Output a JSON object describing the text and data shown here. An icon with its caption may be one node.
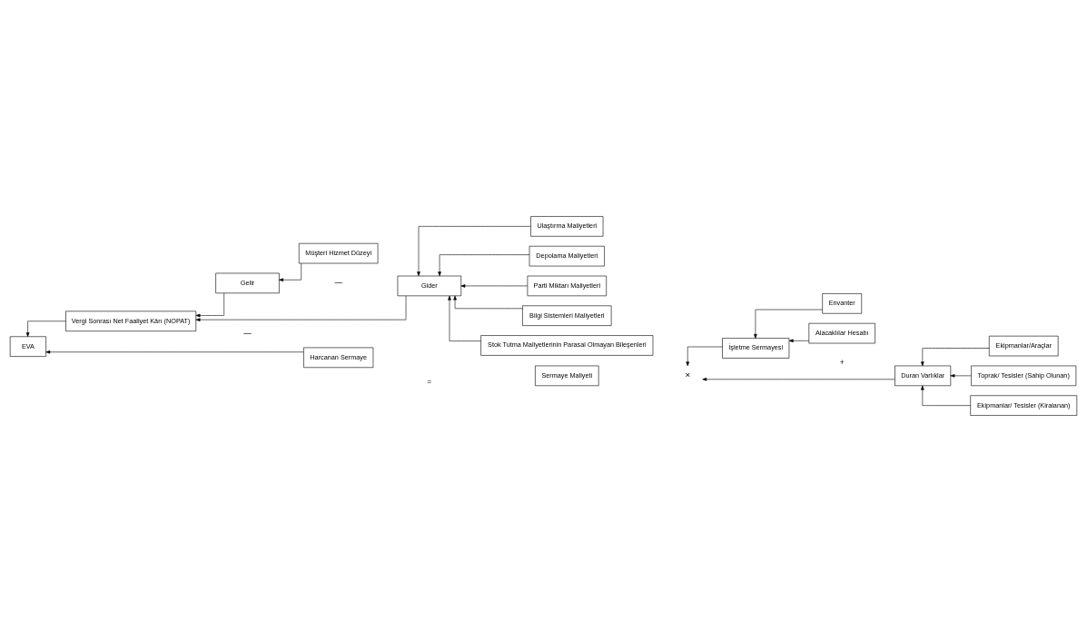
{
  "diagram": {
    "nodes": [
      {
        "text": [
          "EVA"
        ]
      },
      {
        "text": [
          "Vergi Sonrası Net Faaliyet Kârı (NOPAT)"
        ]
      },
      {
        "text": [
          "Harcanan Sermaye"
        ]
      },
      {
        "text": [
          "Gelir"
        ]
      },
      {
        "text": [
          "Gider"
        ]
      },
      {
        "text": [
          "Müşteri Hizmet Düzeyi"
        ]
      },
      {
        "text": [
          "Ulaştırma Maliyetleri"
        ]
      },
      {
        "text": [
          "Depolama Maliyetleri"
        ]
      },
      {
        "text": [
          "Parti Miktarı Maliyetleri"
        ]
      },
      {
        "text": [
          "Bilgi Sistemleri Maliyetleri"
        ]
      },
      {
        "text": [
          "Stok Tutma Maliyetlerinin Parasal Olmayan Bileşenleri"
        ]
      },
      {
        "text": [
          "Sermaye Maliyeti"
        ]
      },
      {
        "text": [
          "×"
        ]
      },
      {
        "text": [
          "İşletme Sermayesi"
        ]
      },
      {
        "text": [
          "Duran Varlıklar"
        ]
      },
      {
        "text": [
          "Envanter"
        ]
      },
      {
        "text": [
          "Alacaklılar Hesabı"
        ]
      },
      {
        "text": [
          "Ekipmanlar/Araçlar"
        ]
      },
      {
        "text": [
          "Toprak/ Tesisler (Sahip Olunan)"
        ]
      },
      {
        "text": [
          "Ekipmanlar/ Tesisler (Kiralanan)"
        ]
      }
    ],
    "edges": [
      {
        "from": 1,
        "to": 0,
        "arrow": "to"
      },
      {
        "from": 2,
        "to": 0,
        "arrow": "to"
      },
      {
        "from": 3,
        "to": 1,
        "arrow": "to"
      },
      {
        "from": 4,
        "to": 1,
        "arrow": "to"
      },
      {
        "from": 5,
        "to": 3,
        "arrow": "to"
      },
      {
        "from": 6,
        "to": 4,
        "arrow": "to"
      },
      {
        "from": 7,
        "to": 4,
        "arrow": "to"
      },
      {
        "from": 8,
        "to": 4,
        "arrow": "to"
      },
      {
        "from": 9,
        "to": 4,
        "arrow": "to"
      },
      {
        "from": 10,
        "to": 4,
        "arrow": "to"
      },
      {
        "from": 13,
        "to": 12,
        "arrow": "to"
      },
      {
        "from": 14,
        "to": 12,
        "arrow": "to"
      },
      {
        "from": 15,
        "to": 13,
        "arrow": "to"
      },
      {
        "from": 16,
        "to": 13,
        "arrow": "to"
      },
      {
        "from": 17,
        "to": 14,
        "arrow": "to"
      },
      {
        "from": 18,
        "to": 14,
        "arrow": "to"
      },
      {
        "from": 19,
        "to": 14,
        "arrow": "to"
      }
    ],
    "labels": [
      "—",
      "—",
      "=",
      "+"
    ]
  }
}
